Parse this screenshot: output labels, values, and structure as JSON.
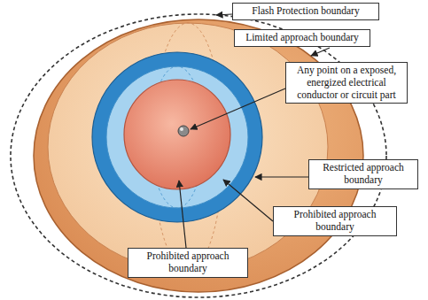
{
  "diagram": {
    "nodes": [
      {
        "text": [
          "Flash Protection boundary"
        ]
      },
      {
        "text": [
          "Limited approach boundary"
        ]
      },
      {
        "text": [
          "Any point on a exposed, energized electrical conductor or circuit part"
        ]
      },
      {
        "text": [
          "Restricted approach boundary"
        ]
      },
      {
        "text": [
          "Prohibited approach boundary"
        ]
      },
      {
        "text": [
          "Prohibited approach boundary"
        ]
      }
    ]
  }
}
